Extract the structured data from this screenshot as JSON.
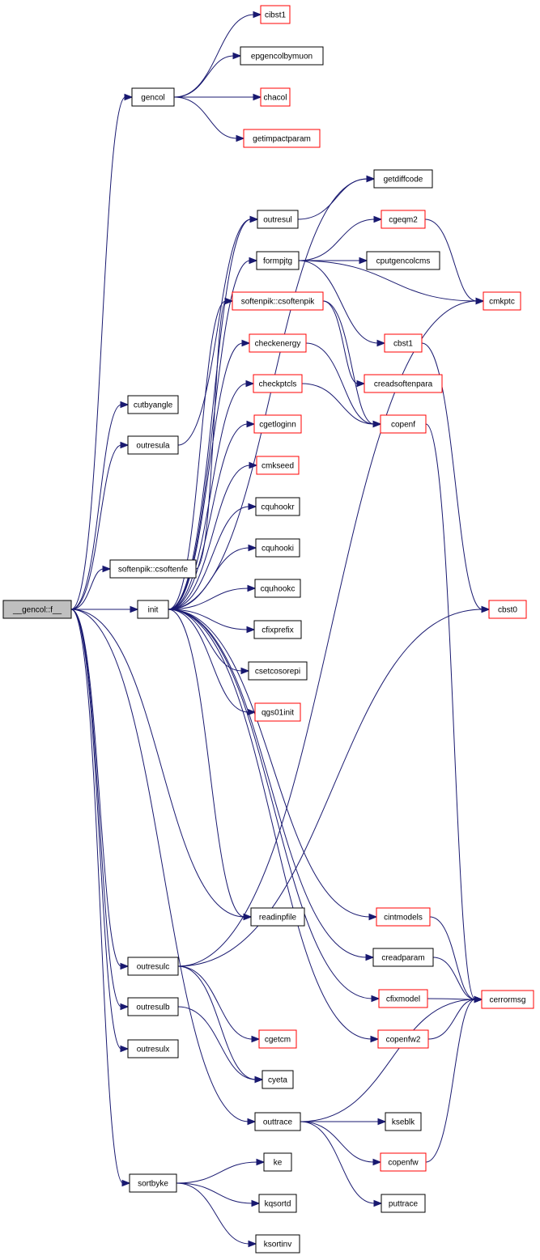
{
  "colors": {
    "edge": "#191970",
    "root_fill": "#bfbfbf",
    "normal_border": "#000000",
    "red_border": "#ff0000"
  },
  "nodes": [
    {
      "id": "root",
      "label": "__gencol::f__",
      "style": "root"
    },
    {
      "id": "cibst1",
      "label": "cibst1",
      "style": "red"
    },
    {
      "id": "epgencolbymuon",
      "label": "epgencolbymuon",
      "style": "normal"
    },
    {
      "id": "gencol",
      "label": "gencol",
      "style": "normal"
    },
    {
      "id": "chacol",
      "label": "chacol",
      "style": "red"
    },
    {
      "id": "getimpactparam",
      "label": "getimpactparam",
      "style": "red"
    },
    {
      "id": "getdiffcode",
      "label": "getdiffcode",
      "style": "normal"
    },
    {
      "id": "outresul",
      "label": "outresul",
      "style": "normal"
    },
    {
      "id": "cgeqm2",
      "label": "cgeqm2",
      "style": "red"
    },
    {
      "id": "formpjtg",
      "label": "formpjtg",
      "style": "normal"
    },
    {
      "id": "cputgencolcms",
      "label": "cputgencolcms",
      "style": "normal"
    },
    {
      "id": "softenpik_csoftenpik",
      "label": "softenpik::csoftenpik",
      "style": "red"
    },
    {
      "id": "cmkptc",
      "label": "cmkptc",
      "style": "red"
    },
    {
      "id": "checkenergy",
      "label": "checkenergy",
      "style": "red"
    },
    {
      "id": "cbst1",
      "label": "cbst1",
      "style": "red"
    },
    {
      "id": "creadsoftenpara",
      "label": "creadsoftenpara",
      "style": "red"
    },
    {
      "id": "checkptcls",
      "label": "checkptcls",
      "style": "red"
    },
    {
      "id": "cutbyangle",
      "label": "cutbyangle",
      "style": "normal"
    },
    {
      "id": "outresula",
      "label": "outresula",
      "style": "normal"
    },
    {
      "id": "copenf",
      "label": "copenf",
      "style": "red"
    },
    {
      "id": "cgetloginn",
      "label": "cgetloginn",
      "style": "red"
    },
    {
      "id": "cmkseed",
      "label": "cmkseed",
      "style": "red"
    },
    {
      "id": "cquhookr",
      "label": "cquhookr",
      "style": "normal"
    },
    {
      "id": "cquhooki",
      "label": "cquhooki",
      "style": "normal"
    },
    {
      "id": "softenpik_csoftenfe",
      "label": "softenpik::csoftenfe",
      "style": "normal"
    },
    {
      "id": "cquhookc",
      "label": "cquhookc",
      "style": "normal"
    },
    {
      "id": "init",
      "label": "init",
      "style": "normal"
    },
    {
      "id": "cbst0",
      "label": "cbst0",
      "style": "red"
    },
    {
      "id": "cfixprefix",
      "label": "cfixprefix",
      "style": "normal"
    },
    {
      "id": "csetcosorepi",
      "label": "csetcosorepi",
      "style": "normal"
    },
    {
      "id": "qgs01init",
      "label": "qgs01init",
      "style": "red"
    },
    {
      "id": "readinpfile",
      "label": "readinpfile",
      "style": "normal"
    },
    {
      "id": "cintmodels",
      "label": "cintmodels",
      "style": "red"
    },
    {
      "id": "creadparam",
      "label": "creadparam",
      "style": "normal"
    },
    {
      "id": "outresulc",
      "label": "outresulc",
      "style": "normal"
    },
    {
      "id": "cfixmodel",
      "label": "cfixmodel",
      "style": "red"
    },
    {
      "id": "cerrormsg",
      "label": "cerrormsg",
      "style": "red"
    },
    {
      "id": "outresulb",
      "label": "outresulb",
      "style": "normal"
    },
    {
      "id": "cgetcm",
      "label": "cgetcm",
      "style": "red"
    },
    {
      "id": "copenfw2",
      "label": "copenfw2",
      "style": "red"
    },
    {
      "id": "outresulx",
      "label": "outresulx",
      "style": "normal"
    },
    {
      "id": "cyeta",
      "label": "cyeta",
      "style": "normal"
    },
    {
      "id": "outtrace",
      "label": "outtrace",
      "style": "normal"
    },
    {
      "id": "kseblk",
      "label": "kseblk",
      "style": "normal"
    },
    {
      "id": "copenfw",
      "label": "copenfw",
      "style": "red"
    },
    {
      "id": "ke",
      "label": "ke",
      "style": "normal"
    },
    {
      "id": "sortbyke",
      "label": "sortbyke",
      "style": "normal"
    },
    {
      "id": "puttrace",
      "label": "puttrace",
      "style": "normal"
    },
    {
      "id": "kqsortd",
      "label": "kqsortd",
      "style": "normal"
    },
    {
      "id": "ksortinv",
      "label": "ksortinv",
      "style": "normal"
    }
  ],
  "edges": [
    [
      "root",
      "gencol"
    ],
    [
      "root",
      "cutbyangle"
    ],
    [
      "root",
      "outresula"
    ],
    [
      "root",
      "softenpik_csoftenfe"
    ],
    [
      "root",
      "init"
    ],
    [
      "root",
      "readinpfile"
    ],
    [
      "root",
      "outresulc"
    ],
    [
      "root",
      "outresulb"
    ],
    [
      "root",
      "outresulx"
    ],
    [
      "root",
      "outtrace"
    ],
    [
      "root",
      "sortbyke"
    ],
    [
      "gencol",
      "cibst1"
    ],
    [
      "gencol",
      "epgencolbymuon"
    ],
    [
      "gencol",
      "chacol"
    ],
    [
      "gencol",
      "getimpactparam"
    ],
    [
      "outresula",
      "outresul"
    ],
    [
      "outresul",
      "getdiffcode"
    ],
    [
      "softenpik_csoftenfe",
      "softenpik_csoftenpik"
    ],
    [
      "softenpik_csoftenpik",
      "creadsoftenpara"
    ],
    [
      "softenpik_csoftenpik",
      "copenf"
    ],
    [
      "formpjtg",
      "cgeqm2"
    ],
    [
      "formpjtg",
      "cputgencolcms"
    ],
    [
      "formpjtg",
      "cmkptc"
    ],
    [
      "formpjtg",
      "cbst1"
    ],
    [
      "cgeqm2",
      "cmkptc"
    ],
    [
      "cbst1",
      "cbst0"
    ],
    [
      "checkenergy",
      "copenf"
    ],
    [
      "checkptcls",
      "copenf"
    ],
    [
      "copenf",
      "cerrormsg"
    ],
    [
      "init",
      "getdiffcode"
    ],
    [
      "init",
      "outresul"
    ],
    [
      "init",
      "formpjtg"
    ],
    [
      "init",
      "softenpik_csoftenpik"
    ],
    [
      "init",
      "checkenergy"
    ],
    [
      "init",
      "checkptcls"
    ],
    [
      "init",
      "cgetloginn"
    ],
    [
      "init",
      "cmkseed"
    ],
    [
      "init",
      "cquhookr"
    ],
    [
      "init",
      "cquhooki"
    ],
    [
      "init",
      "cquhookc"
    ],
    [
      "init",
      "cfixprefix"
    ],
    [
      "init",
      "csetcosorepi"
    ],
    [
      "init",
      "qgs01init"
    ],
    [
      "init",
      "readinpfile"
    ],
    [
      "init",
      "cintmodels"
    ],
    [
      "init",
      "creadparam"
    ],
    [
      "init",
      "cfixmodel"
    ],
    [
      "init",
      "copenfw2"
    ],
    [
      "cintmodels",
      "cerrormsg"
    ],
    [
      "creadparam",
      "cerrormsg"
    ],
    [
      "cfixmodel",
      "cerrormsg"
    ],
    [
      "copenfw2",
      "cerrormsg"
    ],
    [
      "outresulc",
      "cmkptc"
    ],
    [
      "outresulc",
      "cbst0"
    ],
    [
      "outresulc",
      "cgetcm"
    ],
    [
      "outresulc",
      "cyeta"
    ],
    [
      "outresulb",
      "cyeta"
    ],
    [
      "outtrace",
      "cerrormsg"
    ],
    [
      "outtrace",
      "kseblk"
    ],
    [
      "outtrace",
      "copenfw"
    ],
    [
      "outtrace",
      "puttrace"
    ],
    [
      "copenfw",
      "cerrormsg"
    ],
    [
      "sortbyke",
      "ke"
    ],
    [
      "sortbyke",
      "kqsortd"
    ],
    [
      "sortbyke",
      "ksortinv"
    ]
  ]
}
